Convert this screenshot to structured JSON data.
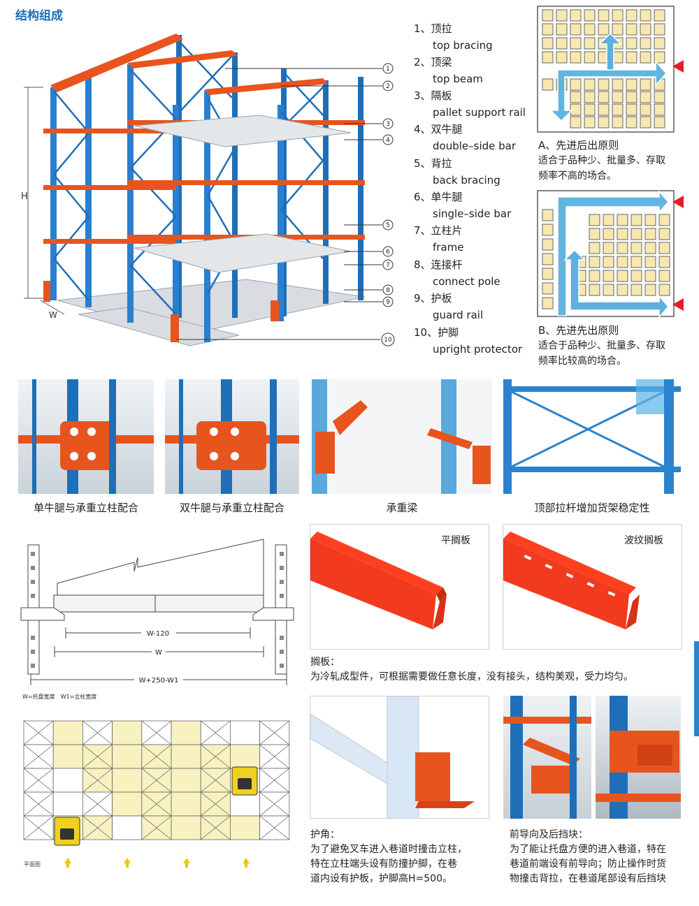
{
  "section_title": "结构组成",
  "diagram": {
    "height_label": "H",
    "width_label": "W",
    "callouts": [
      "1",
      "2",
      "3",
      "4",
      "5",
      "6",
      "7",
      "8",
      "9",
      "10"
    ]
  },
  "components": [
    {
      "num": "1、",
      "cn": "顶拉",
      "en": "top bracing"
    },
    {
      "num": "2、",
      "cn": "顶梁",
      "en": "top beam"
    },
    {
      "num": "3、",
      "cn": "隔板",
      "en": "pallet support rail"
    },
    {
      "num": "4、",
      "cn": "双牛腿",
      "en": "double–side bar"
    },
    {
      "num": "5、",
      "cn": "背拉",
      "en": "back bracing"
    },
    {
      "num": "6、",
      "cn": "单牛腿",
      "en": "single–side bar"
    },
    {
      "num": "7、",
      "cn": "立柱片",
      "en": "frame"
    },
    {
      "num": "8、",
      "cn": "连接杆",
      "en": "connect pole"
    },
    {
      "num": "9、",
      "cn": "护板",
      "en": "guard rail"
    },
    {
      "num": "10、",
      "cn": "护脚",
      "en": "upright protector"
    }
  ],
  "principles": [
    {
      "title": "A、先进后出原则",
      "desc1": "适合于品种少、批量多、存取",
      "desc2": "频率不高的场合。"
    },
    {
      "title": "B、先进先出原则",
      "desc1": "适合于品种少、批量多、存取",
      "desc2": "频率比较高的场合。"
    }
  ],
  "photo_captions": [
    "单牛腿与承重立柱配合",
    "双牛腿与承重立柱配合",
    "承重梁",
    "顶部拉杆增加货架稳定性"
  ],
  "drawing": {
    "dim1": "W-120",
    "dim2": "W",
    "dim3": "W+250-W1",
    "legend": "W=托盘宽度　W1=立柱宽度"
  },
  "floor_plan_label": "平面图",
  "rail_cards": [
    {
      "label": "平搁板"
    },
    {
      "label": "波纹搁板"
    }
  ],
  "rail_desc": {
    "title": "搁板：",
    "body": "为冷轧成型件，可根据需要做任意长度，没有接头，结构美观，受力均匀。"
  },
  "guard_desc": {
    "title": "护角：",
    "lines": [
      "为了避免叉车进入巷道时撞击立柱，",
      "特在立柱端头设有防撞护脚，在巷",
      "道内设有护板，护脚高H=500。"
    ]
  },
  "guide_desc": {
    "title": "前导向及后挡块：",
    "lines": [
      "为了能让托盘方便的进入巷道，特在",
      "巷道前端设有前导向；防止操作时货",
      "物撞击背拉，在巷道尾部设有后挡块"
    ]
  },
  "colors": {
    "blue": "#1e6fb8",
    "orange": "#e8541e",
    "pallet": "#f7e8b0",
    "arrow": "#5bb0e0"
  }
}
